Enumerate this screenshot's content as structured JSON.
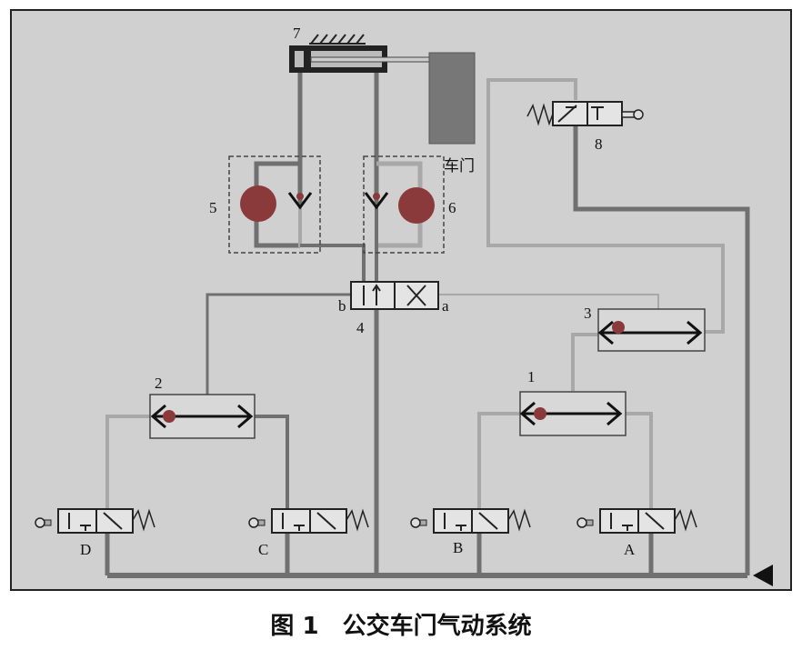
{
  "components": {
    "cylinder_label": "7",
    "door_label": "车门",
    "valve5_label": "5",
    "valve6_label": "6",
    "valve4_label": "4",
    "valve4_port_b": "b",
    "valve4_port_a": "a",
    "shuttle1_label": "1",
    "shuttle2_label": "2",
    "shuttle3_label": "3",
    "valve8_label": "8",
    "button_A": "A",
    "button_B": "B",
    "button_C": "C",
    "button_D": "D"
  },
  "caption": "图 1　公交车门气动系统",
  "colors": {
    "background": "#d0d0d0",
    "pipe_dark": "#707070",
    "pipe_light": "#a8a8a8",
    "check_ball": "#8a3a3a",
    "door": "#777777"
  }
}
